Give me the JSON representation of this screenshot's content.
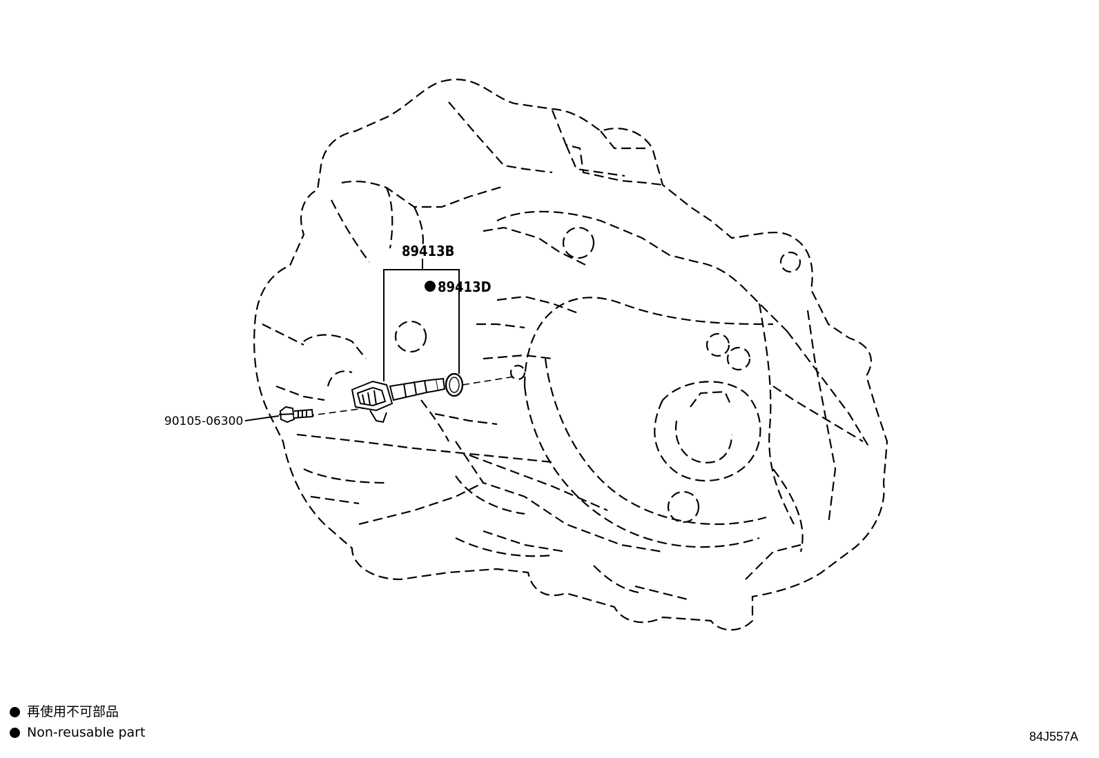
{
  "diagram": {
    "callouts": {
      "sensor": "89413B",
      "oring": "89413D",
      "bolt": "90105-06300"
    },
    "non_reusable_marker": "filled-circle",
    "legend": {
      "jp": "再使用不可部品",
      "en": "Non-reusable part"
    },
    "reference": "84J557A",
    "colors": {
      "line": "#000000",
      "background": "#ffffff"
    }
  }
}
